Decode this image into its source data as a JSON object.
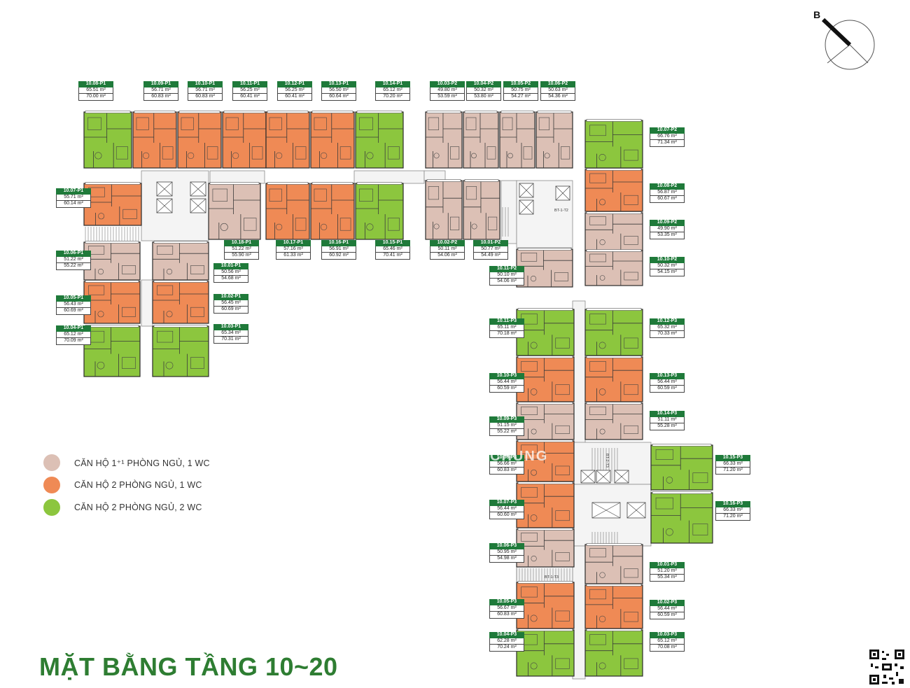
{
  "title": "MẶT BẰNG TẦNG 10~20",
  "compass_label": "B",
  "watermark": "CHUNG",
  "colors": {
    "type1": "#dcc0b5",
    "type2": "#ef8a55",
    "type3": "#8cc63e",
    "tag": "#1f7a3a",
    "title": "#2e7d32"
  },
  "legend": [
    {
      "type": "type1",
      "label": "CĂN HỘ 1⁺¹ PHÒNG NGỦ, 1 WC"
    },
    {
      "type": "type2",
      "label": "CĂN HỘ 2 PHÒNG NGỦ, 1 WC"
    },
    {
      "type": "type3",
      "label": "CĂN HỘ 2 PHÒNG NGỦ, 2 WC"
    }
  ],
  "core_labels": [
    {
      "text": "BT-1-T2"
    },
    {
      "text": "BT-2-T3"
    },
    {
      "text": "BT-1-T3"
    }
  ],
  "units": [
    {
      "code": "10.08-P1",
      "a1": "65.51 m²",
      "a2": "70.00 m²",
      "type": "type3"
    },
    {
      "code": "10.09-P1",
      "a1": "56.71 m²",
      "a2": "60.83 m²",
      "type": "type2"
    },
    {
      "code": "10.10-P1",
      "a1": "56.71 m²",
      "a2": "60.83 m²",
      "type": "type2"
    },
    {
      "code": "10.11-P1",
      "a1": "56.25 m²",
      "a2": "60.41 m²",
      "type": "type2"
    },
    {
      "code": "10.12-P1",
      "a1": "56.25 m²",
      "a2": "60.41 m²",
      "type": "type2"
    },
    {
      "code": "10.13-P1",
      "a1": "56.50 m²",
      "a2": "60.64 m²",
      "type": "type2"
    },
    {
      "code": "10.14-P1",
      "a1": "65.12 m²",
      "a2": "70.20 m²",
      "type": "type3"
    },
    {
      "code": "10.07-P1",
      "a1": "55.71 m²",
      "a2": "60.14 m²",
      "type": "type2"
    },
    {
      "code": "10.06-P1",
      "a1": "51.22 m²",
      "a2": "55.22 m²",
      "type": "type1"
    },
    {
      "code": "10.05-P1",
      "a1": "56.43 m²",
      "a2": "60.69 m²",
      "type": "type2"
    },
    {
      "code": "10.04-P1",
      "a1": "65.12 m²",
      "a2": "70.09 m²",
      "type": "type3"
    },
    {
      "code": "10.01-P1",
      "a1": "50.56 m²",
      "a2": "54.68 m²",
      "type": "type1"
    },
    {
      "code": "10.02-P1",
      "a1": "56.45 m²",
      "a2": "60.69 m²",
      "type": "type2"
    },
    {
      "code": "10.03-P1",
      "a1": "65.34 m²",
      "a2": "70.31 m²",
      "type": "type3"
    },
    {
      "code": "10.18-P1",
      "a1": "51.22 m²",
      "a2": "55.90 m²",
      "type": "type1"
    },
    {
      "code": "10.17-P1",
      "a1": "57.16 m²",
      "a2": "61.33 m²",
      "type": "type2"
    },
    {
      "code": "10.16-P1",
      "a1": "56.91 m²",
      "a2": "60.92 m²",
      "type": "type2"
    },
    {
      "code": "10.15-P1",
      "a1": "65.46 m²",
      "a2": "70.41 m²",
      "type": "type3"
    },
    {
      "code": "10.03-P2",
      "a1": "49.80 m²",
      "a2": "53.59 m²",
      "type": "type1"
    },
    {
      "code": "10.04-P2",
      "a1": "50.32 m²",
      "a2": "53.80 m²",
      "type": "type1"
    },
    {
      "code": "10.05-P2",
      "a1": "50.75 m²",
      "a2": "54.27 m²",
      "type": "type1"
    },
    {
      "code": "10.06-P2",
      "a1": "50.63 m²",
      "a2": "54.36 m²",
      "type": "type1"
    },
    {
      "code": "10.07-P2",
      "a1": "66.76 m²",
      "a2": "71.34 m²",
      "type": "type3"
    },
    {
      "code": "10.08-P2",
      "a1": "56.87 m²",
      "a2": "60.67 m²",
      "type": "type2"
    },
    {
      "code": "10.09-P2",
      "a1": "49.90 m²",
      "a2": "53.35 m²",
      "type": "type1"
    },
    {
      "code": "10.10-P2",
      "a1": "50.32 m²",
      "a2": "54.15 m²",
      "type": "type1"
    },
    {
      "code": "10.02-P2",
      "a1": "50.11 m²",
      "a2": "54.06 m²",
      "type": "type1"
    },
    {
      "code": "10.01-P2",
      "a1": "50.77 m²",
      "a2": "54.49 m²",
      "type": "type1"
    },
    {
      "code": "10.11-P2",
      "a1": "50.10 m²",
      "a2": "54.06 m²",
      "type": "type1"
    },
    {
      "code": "10.11-P3",
      "a1": "65.11 m²",
      "a2": "70.18 m²",
      "type": "type3"
    },
    {
      "code": "10.10-P3",
      "a1": "56.44 m²",
      "a2": "60.59 m²",
      "type": "type2"
    },
    {
      "code": "10.09-P3",
      "a1": "51.15 m²",
      "a2": "55.22 m²",
      "type": "type1"
    },
    {
      "code": "10.08-P3",
      "a1": "56.66 m²",
      "a2": "60.83 m²",
      "type": "type2"
    },
    {
      "code": "10.07-P3",
      "a1": "56.44 m²",
      "a2": "60.60 m²",
      "type": "type2"
    },
    {
      "code": "10.06-P3",
      "a1": "50.95 m²",
      "a2": "54.98 m²",
      "type": "type1"
    },
    {
      "code": "10.05-P3",
      "a1": "56.67 m²",
      "a2": "60.83 m²",
      "type": "type2"
    },
    {
      "code": "10.04-P3",
      "a1": "62.28 m²",
      "a2": "70.24 m²",
      "type": "type3"
    },
    {
      "code": "10.12-P3",
      "a1": "65.32 m²",
      "a2": "70.33 m²",
      "type": "type3"
    },
    {
      "code": "10.13-P3",
      "a1": "56.44 m²",
      "a2": "60.59 m²",
      "type": "type2"
    },
    {
      "code": "10.14-P3",
      "a1": "51.11 m²",
      "a2": "55.28 m²",
      "type": "type1"
    },
    {
      "code": "10.15-P3",
      "a1": "66.33 m²",
      "a2": "71.20 m²",
      "type": "type3"
    },
    {
      "code": "10.16-P3",
      "a1": "66.33 m²",
      "a2": "71.20 m²",
      "type": "type3"
    },
    {
      "code": "10.01-P3",
      "a1": "51.20 m²",
      "a2": "55.34 m²",
      "type": "type1"
    },
    {
      "code": "10.02-P3",
      "a1": "56.44 m²",
      "a2": "60.59 m²",
      "type": "type2"
    },
    {
      "code": "10.03-P3",
      "a1": "65.12 m²",
      "a2": "70.08 m²",
      "type": "type3"
    }
  ]
}
